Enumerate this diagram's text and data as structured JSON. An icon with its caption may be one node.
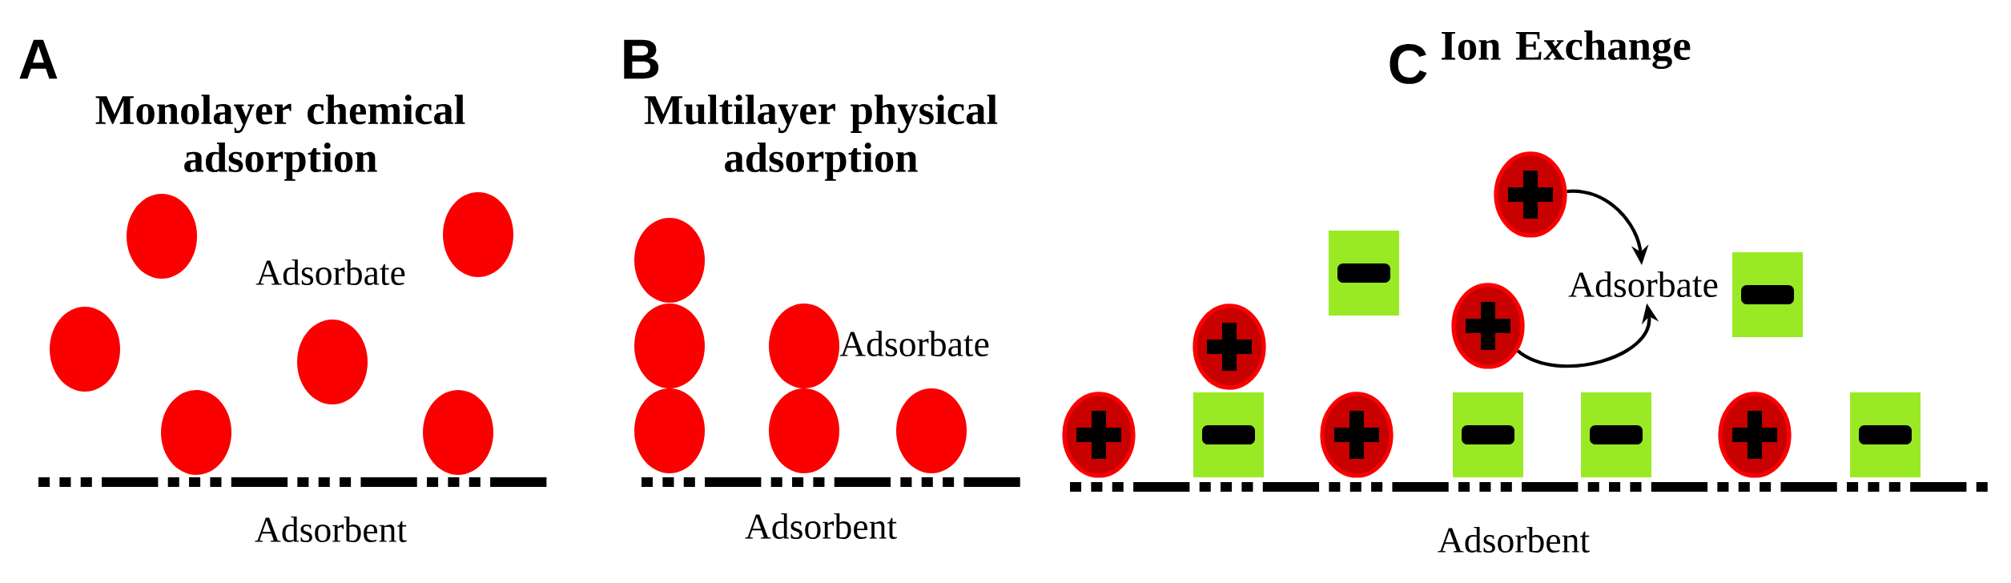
{
  "diagram": {
    "nodes": [
      {
        "text": [
          "Adsorbate"
        ]
      },
      {
        "text": [],
        "shape": "circle"
      },
      {
        "text": [],
        "shape": "circle"
      },
      {
        "text": [],
        "shape": "circle"
      },
      {
        "text": [],
        "shape": "circle"
      },
      {
        "text": [],
        "shape": "circle"
      },
      {
        "text": [],
        "shape": "circle"
      }
    ],
    "edges": [
      {
        "from": 1,
        "to": 0,
        "arrow": "to"
      },
      {
        "from": 2,
        "to": 0,
        "arrow": "to"
      }
    ],
    "labels": [
      "A",
      "Monolayer chemical adsorption",
      "Adsorbate",
      "Adsorbent",
      "B",
      "Multilayer physical adsorption",
      "Adsorbate",
      "Adsorbent",
      "C",
      "Ion Exchange",
      "Adsorbent"
    ]
  }
}
